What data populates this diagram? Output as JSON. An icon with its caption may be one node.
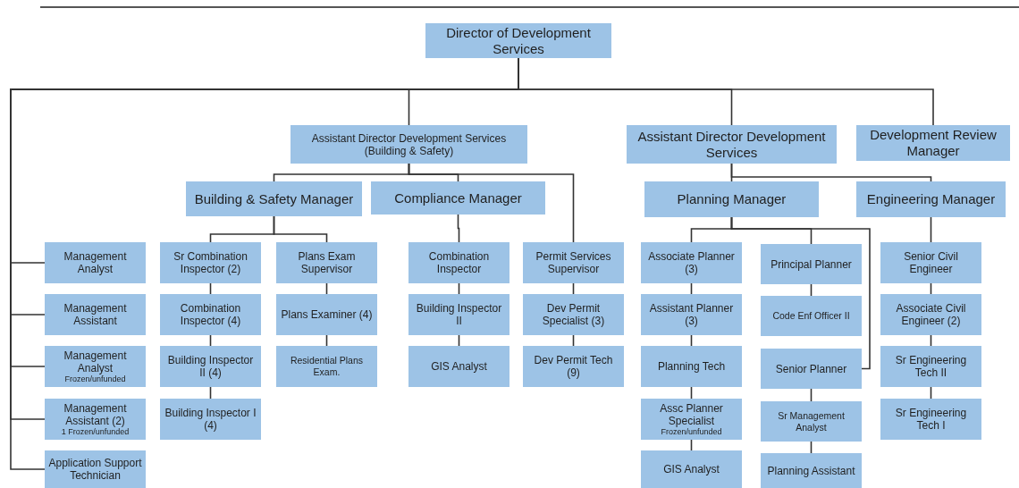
{
  "diagram": {
    "nodes": [
      {
        "text": [
          "Director of Development Services"
        ]
      },
      {
        "text": [
          "Assistant Director Development Services (Building & Safety)"
        ]
      },
      {
        "text": [
          "Assistant Director Development Services"
        ]
      },
      {
        "text": [
          "Development Review Manager"
        ]
      },
      {
        "text": [
          "Building & Safety Manager"
        ]
      },
      {
        "text": [
          "Compliance Manager"
        ]
      },
      {
        "text": [
          "Planning Manager"
        ]
      },
      {
        "text": [
          "Engineering Manager"
        ]
      },
      {
        "text": [
          "Management Analyst"
        ]
      },
      {
        "text": [
          "Management Assistant"
        ]
      },
      {
        "text": [
          "Management Analyst",
          "Frozen/unfunded"
        ]
      },
      {
        "text": [
          "Management Assistant (2)",
          "1 Frozen/unfunded"
        ]
      },
      {
        "text": [
          "Application Support Technician"
        ]
      },
      {
        "text": [
          "Sr Combination Inspector (2)"
        ]
      },
      {
        "text": [
          "Combination Inspector (4)"
        ]
      },
      {
        "text": [
          "Building Inspector II (4)"
        ]
      },
      {
        "text": [
          "Building Inspector I (4)"
        ]
      },
      {
        "text": [
          "Plans Exam Supervisor"
        ]
      },
      {
        "text": [
          "Plans Examiner (4)"
        ]
      },
      {
        "text": [
          "Residential Plans Exam."
        ]
      },
      {
        "text": [
          "Combination Inspector"
        ]
      },
      {
        "text": [
          "Building Inspector II"
        ]
      },
      {
        "text": [
          "GIS Analyst"
        ]
      },
      {
        "text": [
          "Permit Services Supervisor"
        ]
      },
      {
        "text": [
          "Dev Permit Specialist (3)"
        ]
      },
      {
        "text": [
          "Dev Permit Tech (9)"
        ]
      },
      {
        "text": [
          "Associate Planner (3)"
        ]
      },
      {
        "text": [
          "Assistant Planner (3)"
        ]
      },
      {
        "text": [
          "Planning Tech"
        ]
      },
      {
        "text": [
          "Assc Planner Specialist",
          "Frozen/unfunded"
        ]
      },
      {
        "text": [
          "GIS Analyst"
        ]
      },
      {
        "text": [
          "Principal Planner"
        ]
      },
      {
        "text": [
          "Code Enf Officer II"
        ]
      },
      {
        "text": [
          "Senior Planner"
        ]
      },
      {
        "text": [
          "Sr Management Analyst"
        ]
      },
      {
        "text": [
          "Planning Assistant"
        ]
      },
      {
        "text": [
          "Senior Civil Engineer"
        ]
      },
      {
        "text": [
          "Associate Civil Engineer (2)"
        ]
      },
      {
        "text": [
          "Sr Engineering Tech II"
        ]
      },
      {
        "text": [
          "Sr Engineering Tech I"
        ]
      }
    ],
    "edges": [
      {
        "from": 0,
        "to": 1,
        "arrow": "none"
      },
      {
        "from": 0,
        "to": 2,
        "arrow": "none"
      },
      {
        "from": 0,
        "to": 3,
        "arrow": "none"
      },
      {
        "from": 0,
        "to": 8,
        "arrow": "none"
      },
      {
        "from": 0,
        "to": 9,
        "arrow": "none"
      },
      {
        "from": 0,
        "to": 10,
        "arrow": "none"
      },
      {
        "from": 0,
        "to": 11,
        "arrow": "none"
      },
      {
        "from": 0,
        "to": 12,
        "arrow": "none"
      },
      {
        "from": 1,
        "to": 4,
        "arrow": "none"
      },
      {
        "from": 1,
        "to": 5,
        "arrow": "none"
      },
      {
        "from": 1,
        "to": 23,
        "arrow": "none"
      },
      {
        "from": 4,
        "to": 13,
        "arrow": "none"
      },
      {
        "from": 4,
        "to": 17,
        "arrow": "none"
      },
      {
        "from": 13,
        "to": 14,
        "arrow": "none"
      },
      {
        "from": 14,
        "to": 15,
        "arrow": "none"
      },
      {
        "from": 15,
        "to": 16,
        "arrow": "none"
      },
      {
        "from": 17,
        "to": 18,
        "arrow": "none"
      },
      {
        "from": 18,
        "to": 19,
        "arrow": "none"
      },
      {
        "from": 5,
        "to": 20,
        "arrow": "none"
      },
      {
        "from": 20,
        "to": 21,
        "arrow": "none"
      },
      {
        "from": 21,
        "to": 22,
        "arrow": "none"
      },
      {
        "from": 23,
        "to": 24,
        "arrow": "none"
      },
      {
        "from": 24,
        "to": 25,
        "arrow": "none"
      },
      {
        "from": 2,
        "to": 6,
        "arrow": "none"
      },
      {
        "from": 2,
        "to": 7,
        "arrow": "none"
      },
      {
        "from": 6,
        "to": 26,
        "arrow": "none"
      },
      {
        "from": 6,
        "to": 31,
        "arrow": "none"
      },
      {
        "from": 6,
        "to": 33,
        "arrow": "none"
      },
      {
        "from": 26,
        "to": 27,
        "arrow": "none"
      },
      {
        "from": 27,
        "to": 28,
        "arrow": "none"
      },
      {
        "from": 28,
        "to": 29,
        "arrow": "none"
      },
      {
        "from": 29,
        "to": 30,
        "arrow": "none"
      },
      {
        "from": 31,
        "to": 32,
        "arrow": "none"
      },
      {
        "from": 33,
        "to": 34,
        "arrow": "none"
      },
      {
        "from": 34,
        "to": 35,
        "arrow": "none"
      },
      {
        "from": 7,
        "to": 36,
        "arrow": "none"
      },
      {
        "from": 36,
        "to": 37,
        "arrow": "none"
      },
      {
        "from": 37,
        "to": 38,
        "arrow": "none"
      },
      {
        "from": 38,
        "to": 39,
        "arrow": "none"
      }
    ]
  }
}
